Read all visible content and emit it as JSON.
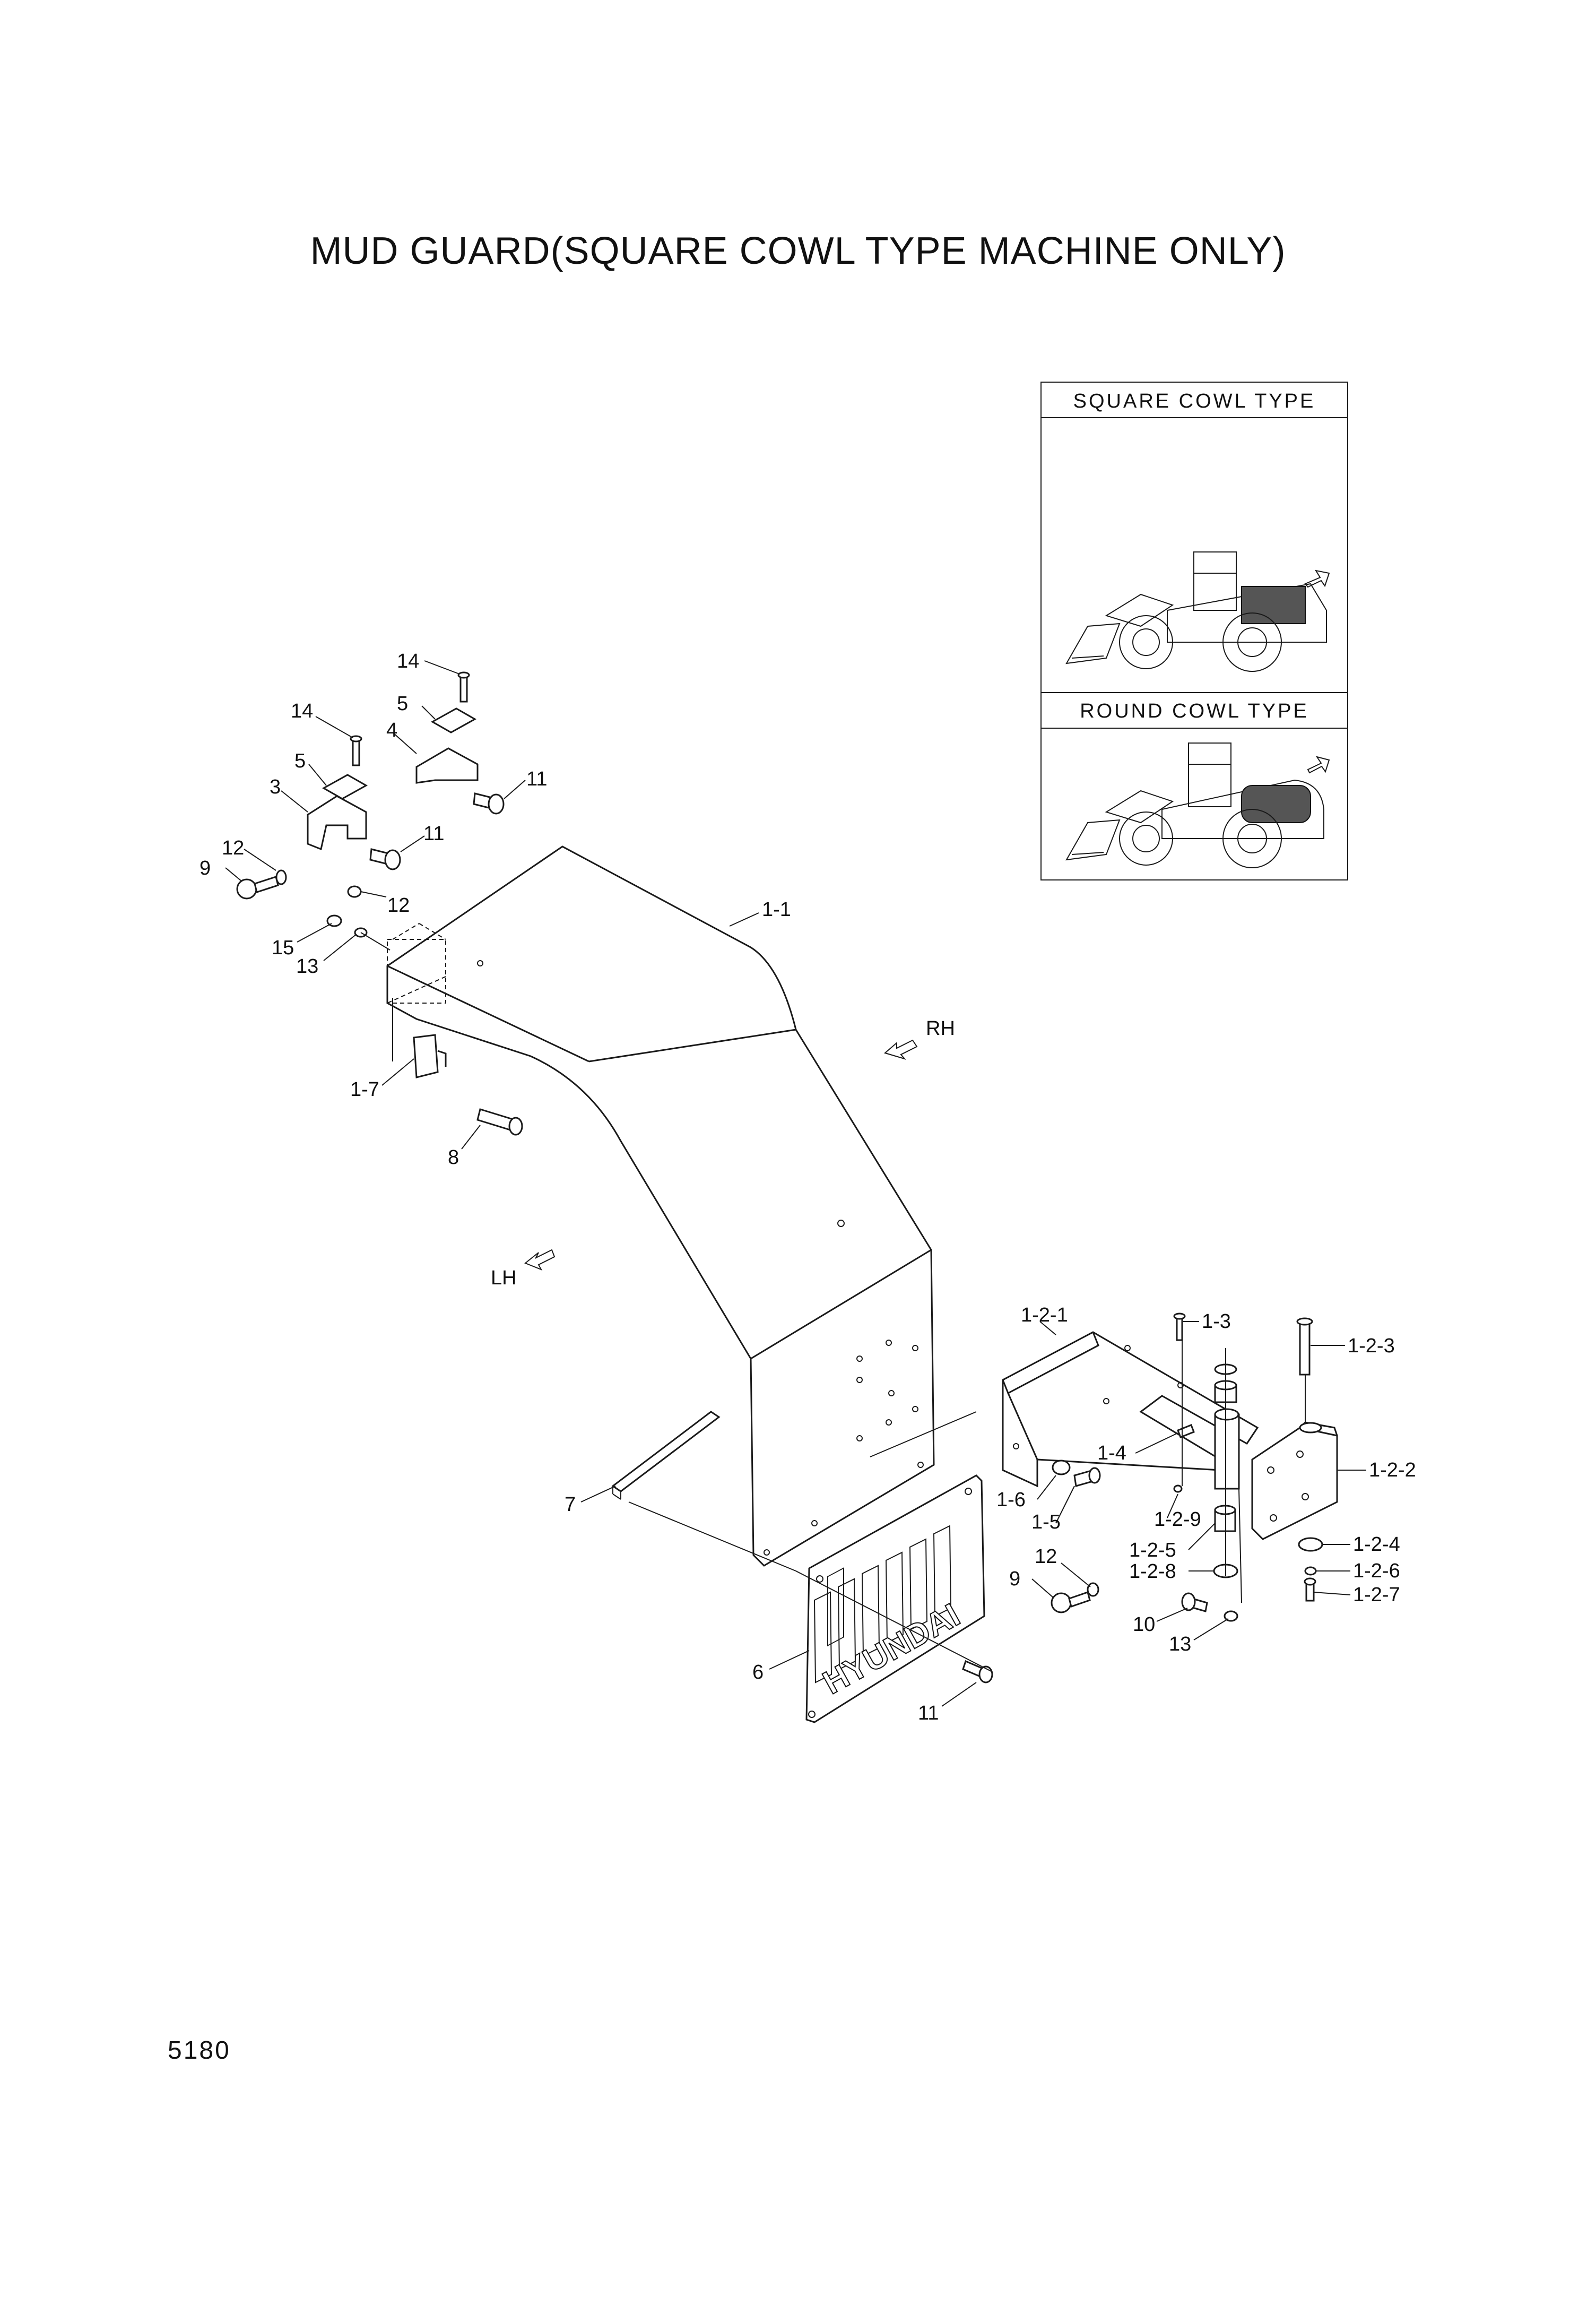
{
  "title": "MUD GUARD(SQUARE COWL TYPE MACHINE ONLY)",
  "page_number": "5180",
  "inset": {
    "square_title": "SQUARE COWL TYPE",
    "round_title": "ROUND COWL TYPE"
  },
  "directions": {
    "rh": "RH",
    "lh": "LH"
  },
  "mudflap_brand": "HYUNDAI",
  "callouts": {
    "c14a": "14",
    "c14b": "14",
    "c5a": "5",
    "c5b": "5",
    "c4": "4",
    "c3": "3",
    "c11a": "11",
    "c11b": "11",
    "c12a": "12",
    "c9a": "9",
    "c12b": "12",
    "c15": "15",
    "c13a": "13",
    "c1_1": "1-1",
    "c1_7": "1-7",
    "c8": "8",
    "c1_2_1": "1-2-1",
    "c1_3": "1-3",
    "c1_2_3": "1-2-3",
    "c1_4": "1-4",
    "c1_2_2": "1-2-2",
    "c1_6": "1-6",
    "c1_5": "1-5",
    "c1_2_9": "1-2-9",
    "c7": "7",
    "c12c": "12",
    "c9b": "9",
    "c1_2_5": "1-2-5",
    "c1_2_8": "1-2-8",
    "c1_2_4": "1-2-4",
    "c1_2_6": "1-2-6",
    "c1_2_7": "1-2-7",
    "c10": "10",
    "c13b": "13",
    "c6": "6",
    "c11c": "11"
  }
}
